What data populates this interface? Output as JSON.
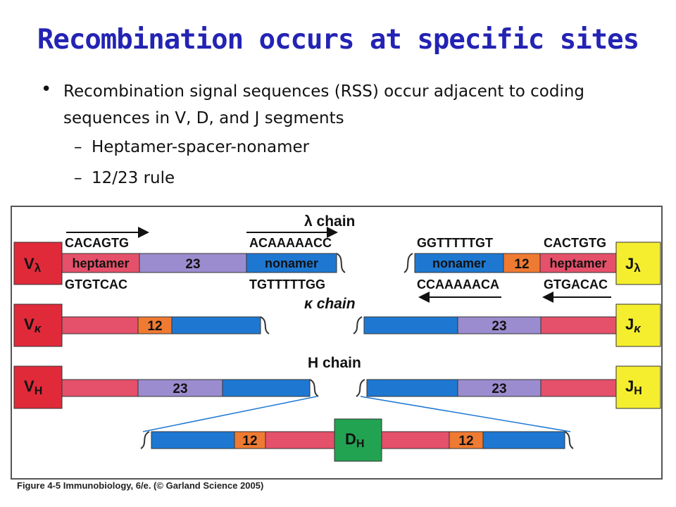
{
  "title": "Recombination occurs at specific sites",
  "bullets": {
    "main": "Recombination signal sequences (RSS) occur adjacent to coding sequences in V, D, and J segments",
    "sub": [
      "Heptamer-spacer-nonamer",
      "12/23 rule"
    ],
    "dash": "–",
    "dot": "•"
  },
  "diagram": {
    "lambda": {
      "chain_label": "λ chain",
      "v_label": "V",
      "v_sub": "λ",
      "j_label": "J",
      "j_sub": "λ",
      "left_top": [
        "CACAGTG",
        "ACAAAAACC"
      ],
      "left_bottom": [
        "GTGTCAC",
        "TGTTTTTGG"
      ],
      "right_top": [
        "GGTTTTTGT",
        "CACTGTG"
      ],
      "right_bottom": [
        "CCAAAAACA",
        "GTGACAC"
      ],
      "heptamer": "heptamer",
      "nonamer": "nonamer",
      "spacer_left": "23",
      "spacer_right": "12"
    },
    "kappa": {
      "chain_label": "κ chain",
      "v_label": "V",
      "v_sub": "κ",
      "j_label": "J",
      "j_sub": "κ",
      "spacer_left": "12",
      "spacer_right": "23"
    },
    "heavy": {
      "chain_label": "H chain",
      "v_label": "V",
      "v_sub": "H",
      "j_label": "J",
      "j_sub": "H",
      "d_label": "D",
      "d_sub": "H",
      "spacer_left": "23",
      "spacer_right": "23",
      "d_spacer_left": "12",
      "d_spacer_right": "12"
    },
    "colors": {
      "v_box": "#e02a3a",
      "j_box": "#f5ee2e",
      "d_box": "#22a352",
      "heptamer": "#e5506a",
      "spacer23": "#9b8ccf",
      "spacer12": "#ef7a32",
      "nonamer": "#1e78d2",
      "frame": "#555555"
    }
  },
  "caption": "Figure 4-5 Immunobiology, 6/e. (© Garland Science 2005)"
}
